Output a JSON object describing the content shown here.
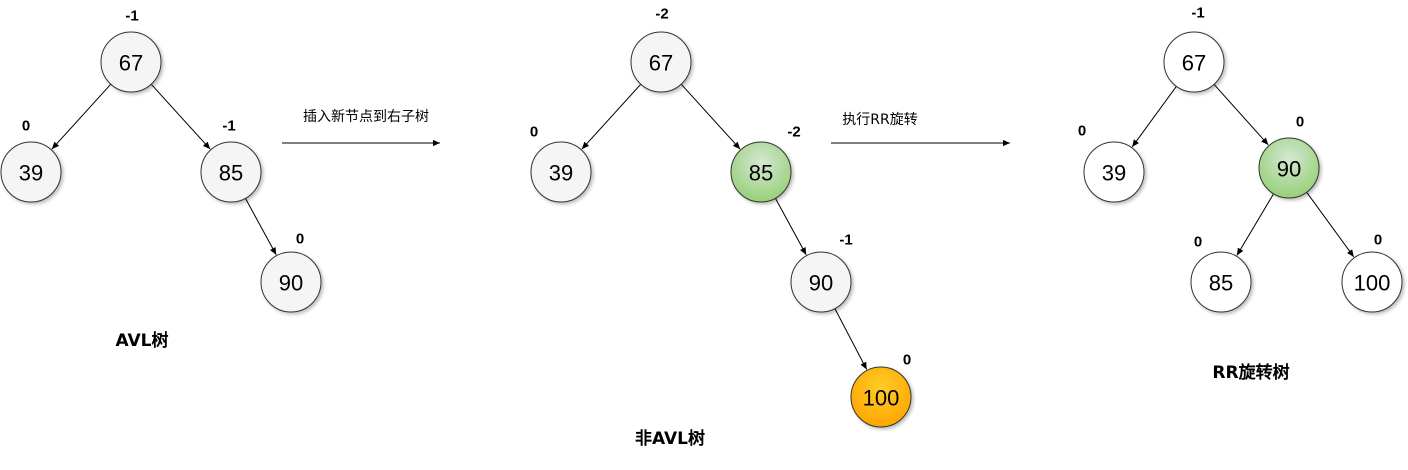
{
  "colors": {
    "default_fill": "#f5f5f5",
    "white_fill": "#ffffff",
    "green_fill_light": "#d5e8d4",
    "green_fill_dark": "#97d077",
    "orange_fill_light": "#ffcd28",
    "orange_fill_dark": "#ffa500",
    "stroke": "#333333"
  },
  "steps": [
    {
      "label": "插入新节点到右子树"
    },
    {
      "label": "执行RR旋转"
    }
  ],
  "trees": [
    {
      "caption": "AVL树",
      "nodes": [
        {
          "id": "67",
          "value": "67",
          "bf": "-1",
          "fill": "default"
        },
        {
          "id": "39",
          "value": "39",
          "bf": "0",
          "fill": "default"
        },
        {
          "id": "85",
          "value": "85",
          "bf": "-1",
          "fill": "default"
        },
        {
          "id": "90",
          "value": "90",
          "bf": "0",
          "fill": "default"
        }
      ],
      "edges": [
        [
          "67",
          "39"
        ],
        [
          "67",
          "85"
        ],
        [
          "85",
          "90"
        ]
      ]
    },
    {
      "caption": "非AVL树",
      "nodes": [
        {
          "id": "67",
          "value": "67",
          "bf": "-2",
          "fill": "default"
        },
        {
          "id": "39",
          "value": "39",
          "bf": "0",
          "fill": "default"
        },
        {
          "id": "85",
          "value": "85",
          "bf": "-2",
          "fill": "green"
        },
        {
          "id": "90",
          "value": "90",
          "bf": "-1",
          "fill": "default"
        },
        {
          "id": "100",
          "value": "100",
          "bf": "0",
          "fill": "orange"
        }
      ],
      "edges": [
        [
          "67",
          "39"
        ],
        [
          "67",
          "85"
        ],
        [
          "85",
          "90"
        ],
        [
          "90",
          "100"
        ]
      ]
    },
    {
      "caption": "RR旋转树",
      "nodes": [
        {
          "id": "67",
          "value": "67",
          "bf": "-1",
          "fill": "white"
        },
        {
          "id": "39",
          "value": "39",
          "bf": "0",
          "fill": "white"
        },
        {
          "id": "90",
          "value": "90",
          "bf": "0",
          "fill": "green"
        },
        {
          "id": "85",
          "value": "85",
          "bf": "0",
          "fill": "white"
        },
        {
          "id": "100",
          "value": "100",
          "bf": "0",
          "fill": "white"
        }
      ],
      "edges": [
        [
          "67",
          "39"
        ],
        [
          "67",
          "90"
        ],
        [
          "90",
          "85"
        ],
        [
          "90",
          "100"
        ]
      ]
    }
  ]
}
